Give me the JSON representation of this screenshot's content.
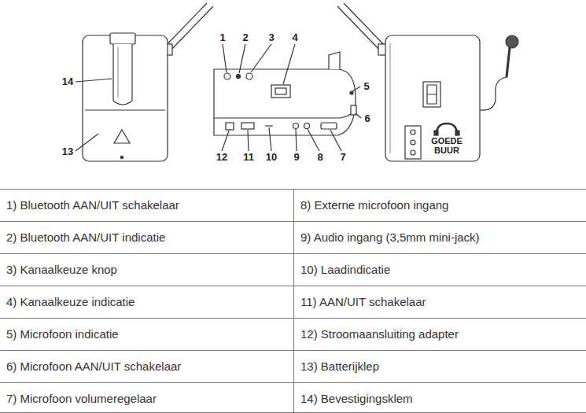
{
  "diagram": {
    "labels": [
      "1",
      "2",
      "3",
      "4",
      "5",
      "6",
      "7",
      "8",
      "9",
      "10",
      "11",
      "12",
      "13",
      "14",
      "GOEDE BUUR",
      "1) Bluetooth AAN/UIT schakelaar",
      "8) Externe microfoon ingang",
      "2) Bluetooth AAN/UIT indicatie",
      "9) Audio ingang (3,5mm mini-jack)",
      "3) Kanaalkeuze knop",
      "10) Laadindicatie",
      "4) Kanaalkeuze indicatie",
      "11) AAN/UIT schakelaar",
      "5) Microfoon indicatie",
      "12) Stroomaansluiting adapter",
      "6) Microfoon AAN/UIT schakelaar",
      "13) Batterijklep",
      "7) Microfoon volumeregelaar",
      "14) Bevestigingsklem"
    ]
  }
}
